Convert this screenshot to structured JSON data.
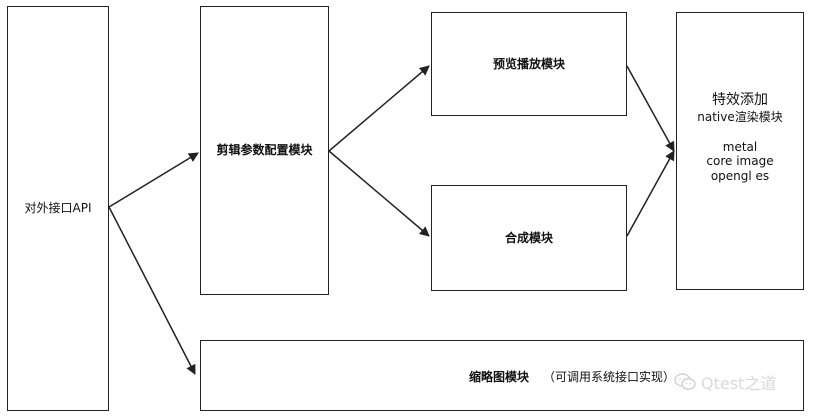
{
  "nodes": {
    "api": "对外接口API",
    "config": "剪辑参数配置模块",
    "preview": "预览播放模块",
    "compose": "合成模块",
    "effects": {
      "title": "特效添加",
      "subtitle": "native渲染模块",
      "items": [
        "metal",
        "core image",
        "opengl es"
      ]
    },
    "thumbnail": {
      "title": "缩略图模块",
      "note": "（可调用系统接口实现）"
    }
  },
  "edges": [
    {
      "from": "api",
      "to": "config"
    },
    {
      "from": "api",
      "to": "thumbnail"
    },
    {
      "from": "config",
      "to": "preview"
    },
    {
      "from": "config",
      "to": "compose"
    },
    {
      "from": "preview",
      "to": "effects"
    },
    {
      "from": "compose",
      "to": "effects"
    }
  ],
  "watermark": {
    "text": "Qtest之道",
    "icon": "wechat-icon"
  }
}
